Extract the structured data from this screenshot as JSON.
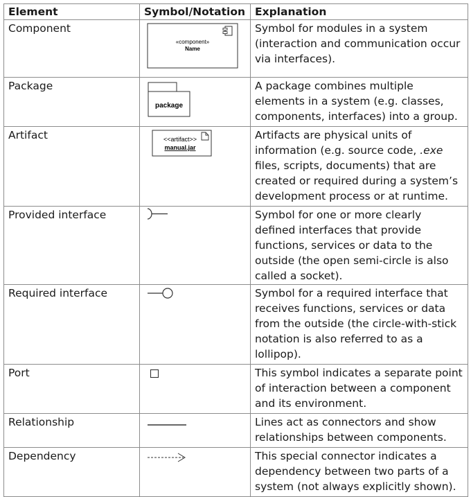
{
  "headers": {
    "element": "Element",
    "symbol": "Symbol/Notation",
    "explanation": "Explanation"
  },
  "rows": [
    {
      "element": "Component",
      "symbol": {
        "stereotype": "«component»",
        "name": "Name",
        "icon": "component-icon"
      },
      "explanation": "Symbol for modules in a system (interaction and communication occur via interfaces)."
    },
    {
      "element": "Package",
      "symbol": {
        "label": "package",
        "icon": "package-icon"
      },
      "explanation": "A package combines multiple elements in a system (e.g. classes, components, interfaces) into a group."
    },
    {
      "element": "Artifact",
      "symbol": {
        "stereotype": "<<artifact>>",
        "name": "manual.jar",
        "icon": "document-icon"
      },
      "explanation_parts": [
        "Artifacts are physical units of information (e.g. source code, ",
        ".exe",
        " files, scripts, documents) that are created or required during a system’s development process or at runtime."
      ]
    },
    {
      "element": "Provided interface",
      "symbol": {
        "icon": "socket-icon"
      },
      "explanation": "Symbol for one or more clearly defined interfaces that provide functions, services or data to the outside (the open semi-circle is also called a socket)."
    },
    {
      "element": "Required interface",
      "symbol": {
        "icon": "lollipop-icon"
      },
      "explanation": "Symbol for a required interface that receives functions, services or data from the outside (the circle-with-stick notation is also referred to as a lollipop)."
    },
    {
      "element": "Port",
      "symbol": {
        "icon": "port-square-icon"
      },
      "explanation": "This symbol indicates a separate point of interaction between a component and its environment."
    },
    {
      "element": "Relationship",
      "symbol": {
        "icon": "solid-line-icon"
      },
      "explanation": "Lines act as connectors and show relationships between components."
    },
    {
      "element": "Dependency",
      "symbol": {
        "icon": "dashed-arrow-icon"
      },
      "explanation": "This special connector indicates a dependency between two parts of a system (not always explicitly shown)."
    }
  ]
}
